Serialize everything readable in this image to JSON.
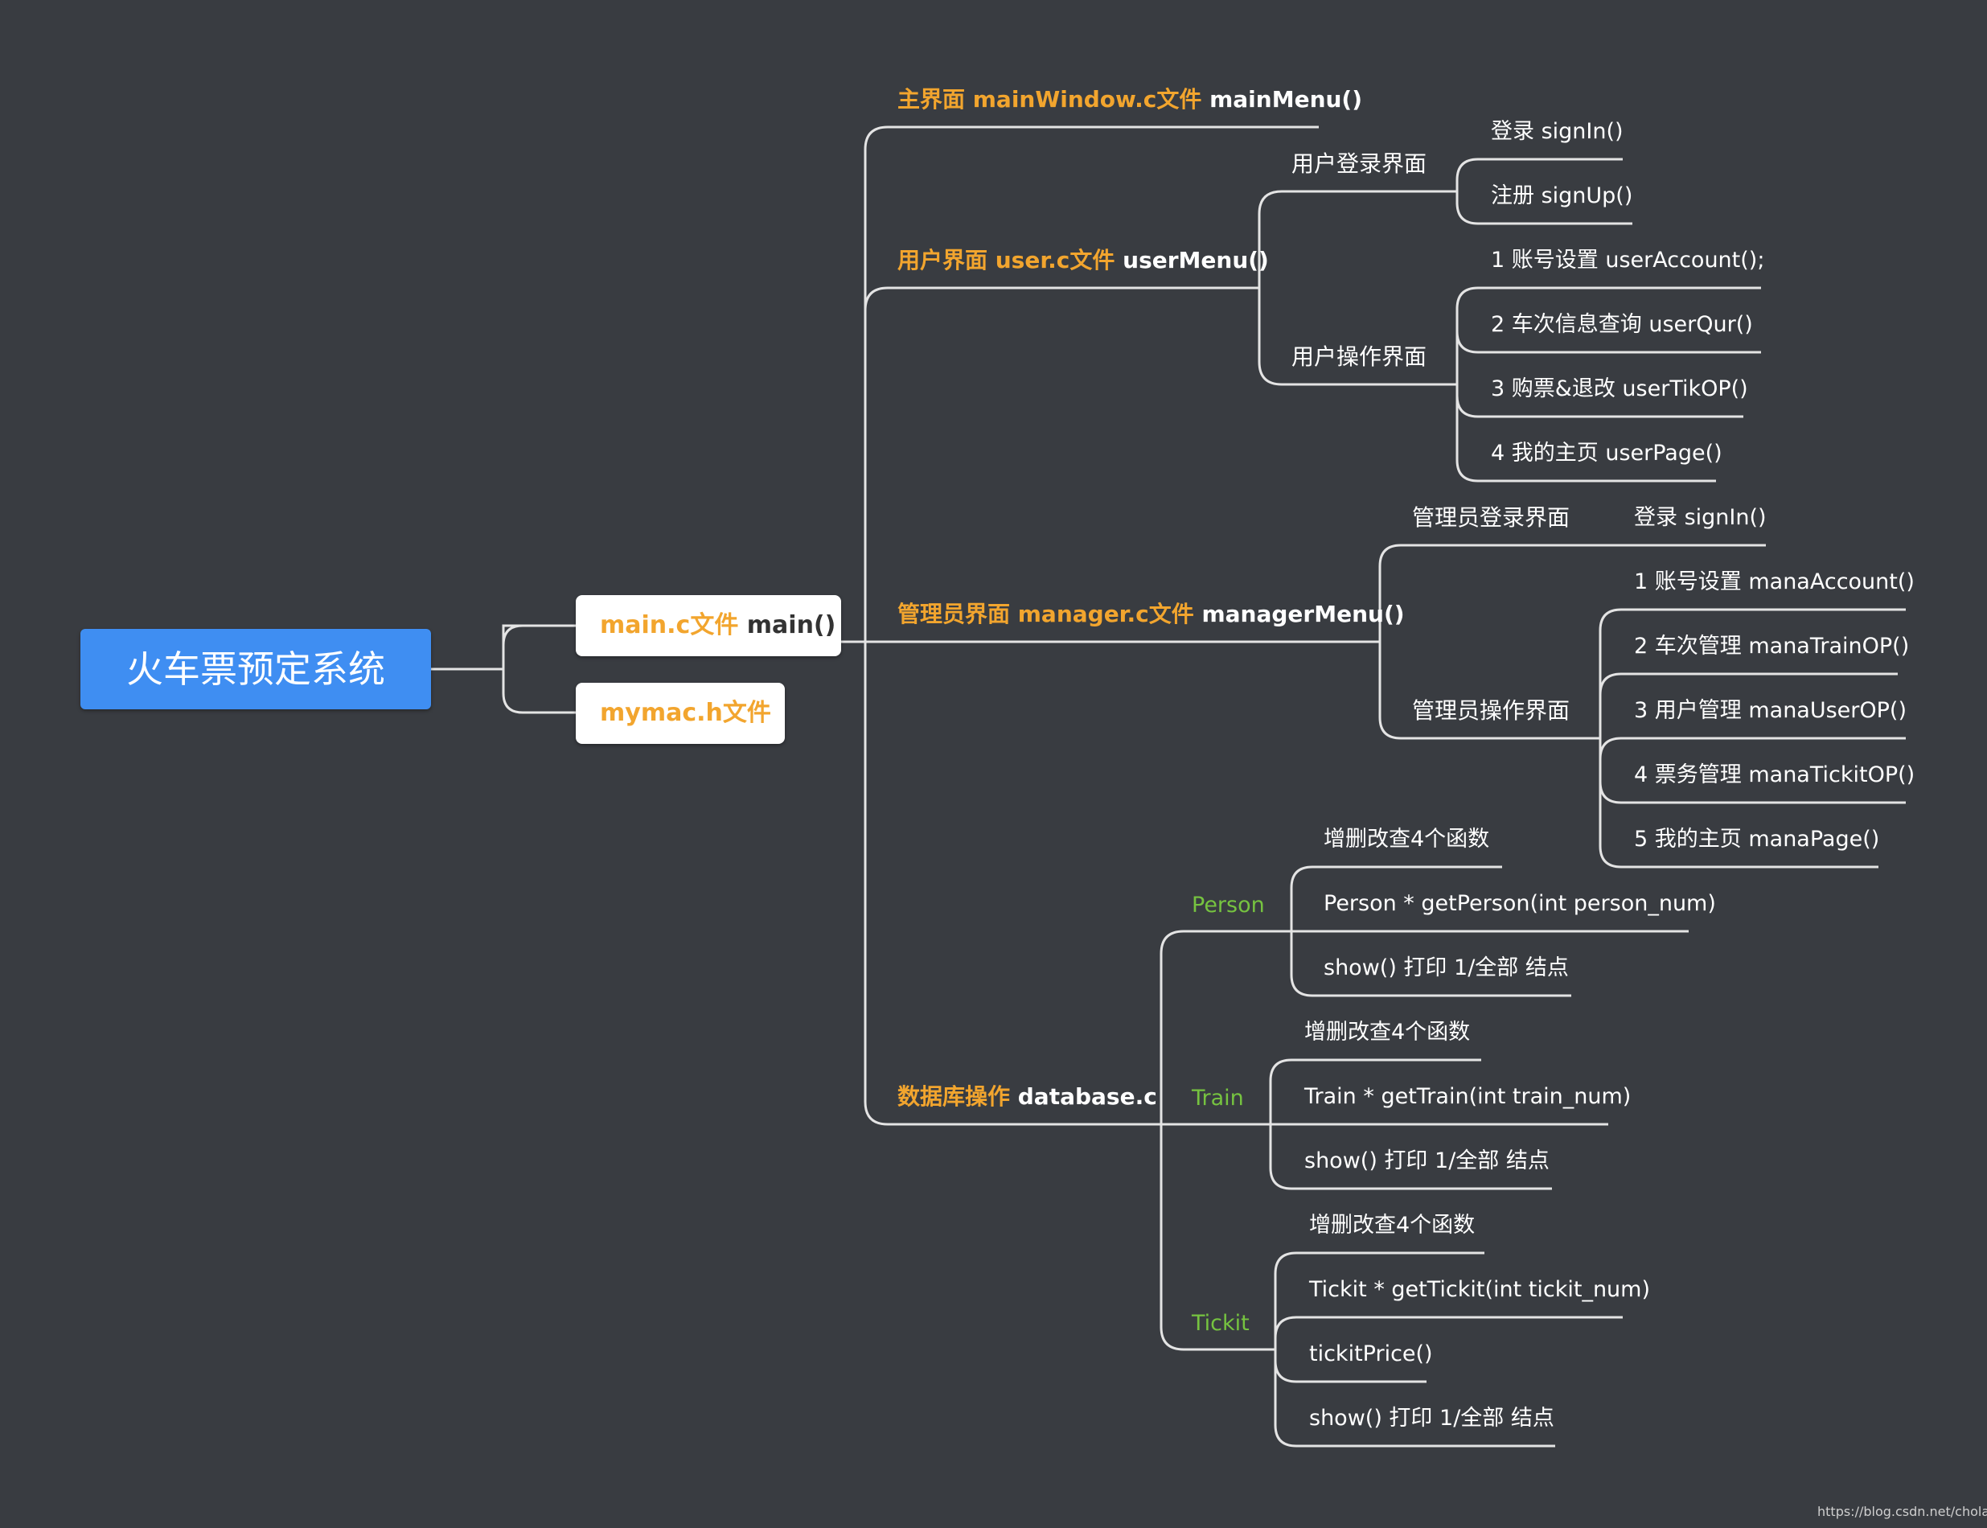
{
  "root": {
    "label": "火车票预定系统"
  },
  "files": [
    {
      "name": "main.c文件",
      "func": "main()"
    },
    {
      "name": "mymac.h文件",
      "func": ""
    }
  ],
  "branches": {
    "main_window": {
      "name": "主界面 mainWindow.c文件",
      "func": "mainMenu()"
    },
    "user": {
      "name": "用户界面 user.c文件",
      "func": "userMenu()",
      "login": {
        "label": "用户登录界面",
        "items": [
          "登录 signIn()",
          "注册 signUp()"
        ]
      },
      "ops": {
        "label": "用户操作界面",
        "items": [
          "1 账号设置 userAccount();",
          "2  车次信息查询 userQur()",
          "3 购票&退改 userTikOP()",
          "4 我的主页 userPage()"
        ]
      }
    },
    "manager": {
      "name": "管理员界面 manager.c文件",
      "func": "managerMenu()",
      "login": {
        "label": "管理员登录界面",
        "items": [
          "登录 signIn()"
        ]
      },
      "ops": {
        "label": "管理员操作界面",
        "items": [
          "1 账号设置 manaAccount()",
          "2 车次管理 manaTrainOP()",
          "3 用户管理  manaUserOP()",
          "4 票务管理 manaTickitOP()",
          "5 我的主页  manaPage()"
        ]
      }
    },
    "database": {
      "name": "数据库操作",
      "func": "database.c",
      "groups": [
        {
          "label": "Person",
          "items": [
            "增删改查4个函数",
            "Person * getPerson(int person_num)",
            "show() 打印 1/全部 结点"
          ]
        },
        {
          "label": "Train",
          "items": [
            "增删改查4个函数",
            "Train * getTrain(int train_num)",
            "show() 打印 1/全部 结点"
          ]
        },
        {
          "label": "Tickit",
          "items": [
            "增删改查4个函数",
            "Tickit * getTickit(int tickit_num)",
            "tickitPrice()",
            "show() 打印 1/全部 结点"
          ]
        }
      ]
    }
  },
  "watermark": "https://blog.csdn.net/cholas_",
  "colors": {
    "background": "#393c41",
    "root": "#3f8ef2",
    "accent": "#f2a52e",
    "group": "#76c340",
    "line": "#e4e4e4"
  }
}
